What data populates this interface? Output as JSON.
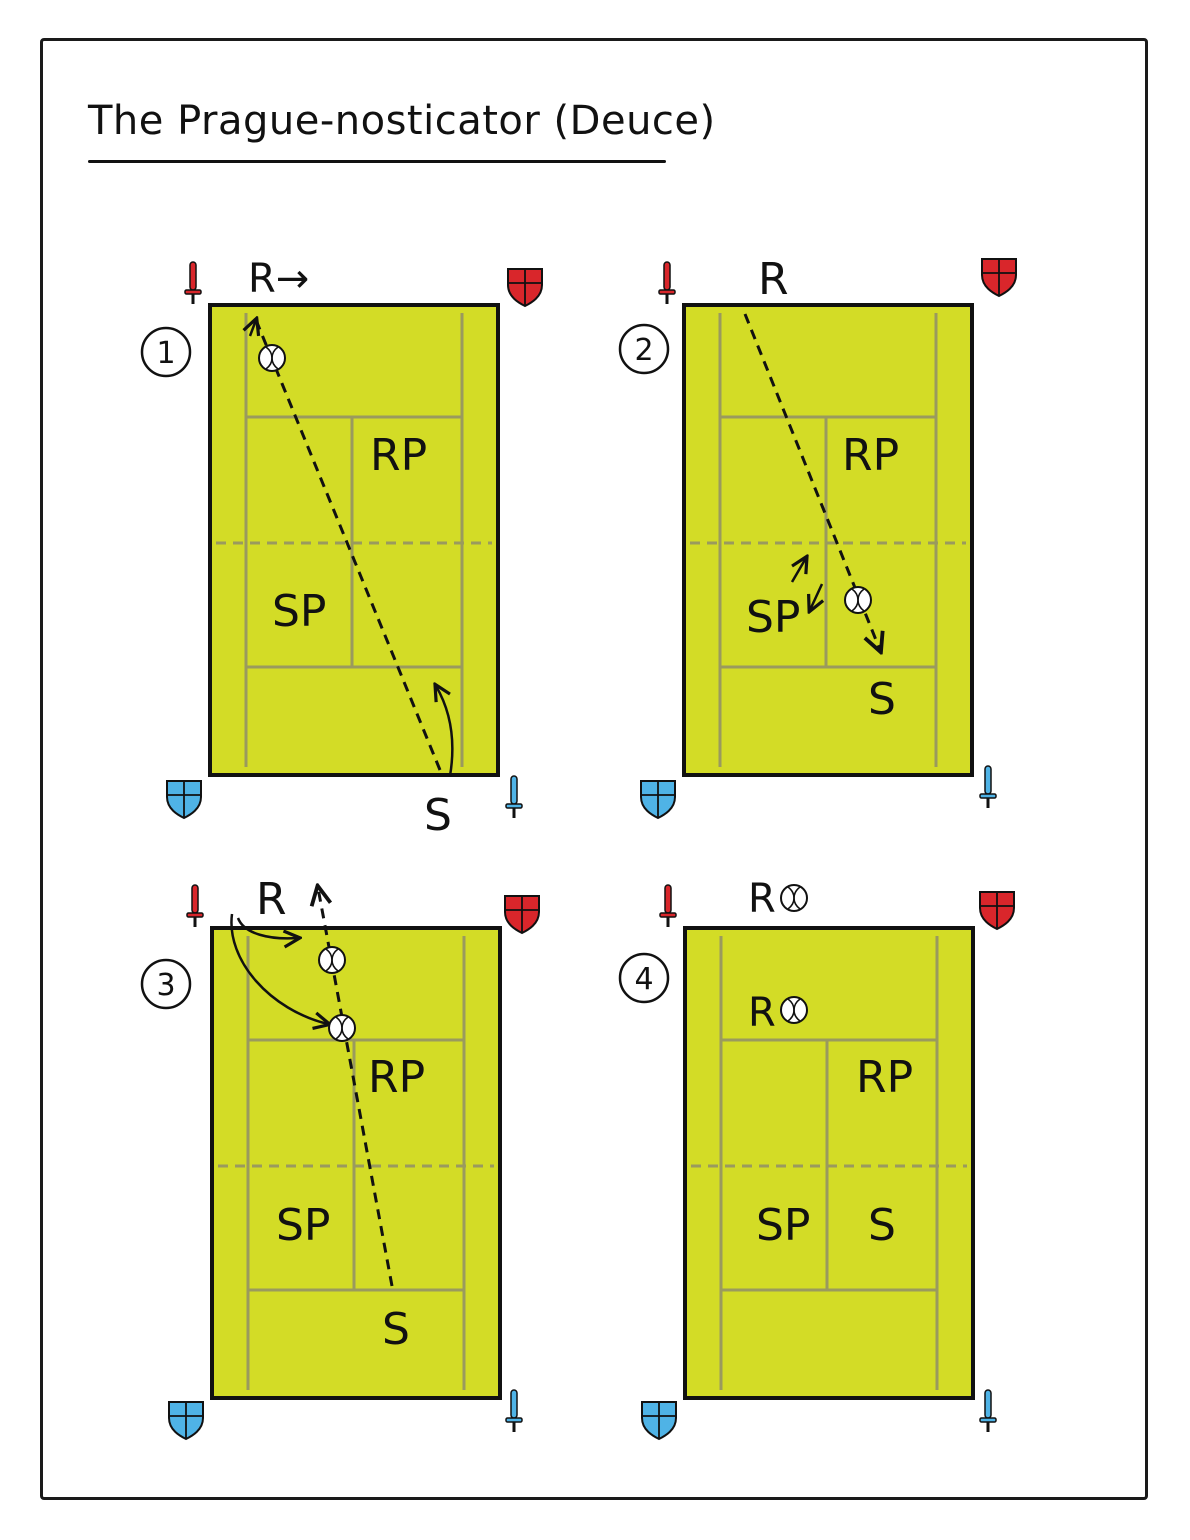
{
  "title": "The Prague-nosticator (Deuce)",
  "colors": {
    "court": "#d3dc26",
    "court_lines": "#9a9a5e",
    "outline": "#111111",
    "red": "#d9262b",
    "blue": "#4fb3e6"
  },
  "panels": [
    {
      "step": "1",
      "labels": {
        "receiver": "R→",
        "receiver_partner": "RP",
        "server_partner": "SP",
        "server": "S"
      }
    },
    {
      "step": "2",
      "labels": {
        "receiver": "R",
        "receiver_partner": "RP",
        "server_partner": "SP",
        "server": "S"
      }
    },
    {
      "step": "3",
      "labels": {
        "receiver": "R",
        "receiver_partner": "RP",
        "server_partner": "SP",
        "server": "S"
      }
    },
    {
      "step": "4",
      "labels": {
        "receiver": "R",
        "receiver_in_court": "R",
        "receiver_partner": "RP",
        "server_partner": "SP",
        "server": "S"
      }
    }
  ]
}
